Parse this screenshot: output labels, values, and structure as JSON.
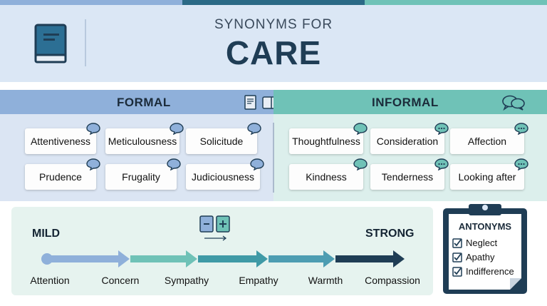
{
  "header": {
    "subtitle": "SYNONYMS FOR",
    "title": "CARE"
  },
  "colors": {
    "topbar": [
      "#8fb0da",
      "#2b6a86",
      "#6fc2b7"
    ],
    "formal_accent": "#8fb0da",
    "informal_accent": "#6fc2b7",
    "navy": "#1f3d55"
  },
  "formal": {
    "title": "FORMAL",
    "icons": [
      "book-icon",
      "card-icon"
    ],
    "words": [
      "Attentiveness",
      "Meticulousness",
      "Solicitude",
      "Prudence",
      "Frugality",
      "Judiciousness"
    ]
  },
  "informal": {
    "title": "INFORMAL",
    "icons": [
      "chat-bubbles-icon"
    ],
    "words": [
      "Thoughtfulness",
      "Consideration",
      "Affection",
      "Kindness",
      "Tenderness",
      "Looking after"
    ]
  },
  "scale": {
    "low_label": "MILD",
    "high_label": "STRONG",
    "steps": [
      "Attention",
      "Concern",
      "Sympathy",
      "Empathy",
      "Warmth",
      "Compassion"
    ]
  },
  "antonyms": {
    "title": "ANTONYMS",
    "items": [
      "Neglect",
      "Apathy",
      "Indifference"
    ]
  }
}
